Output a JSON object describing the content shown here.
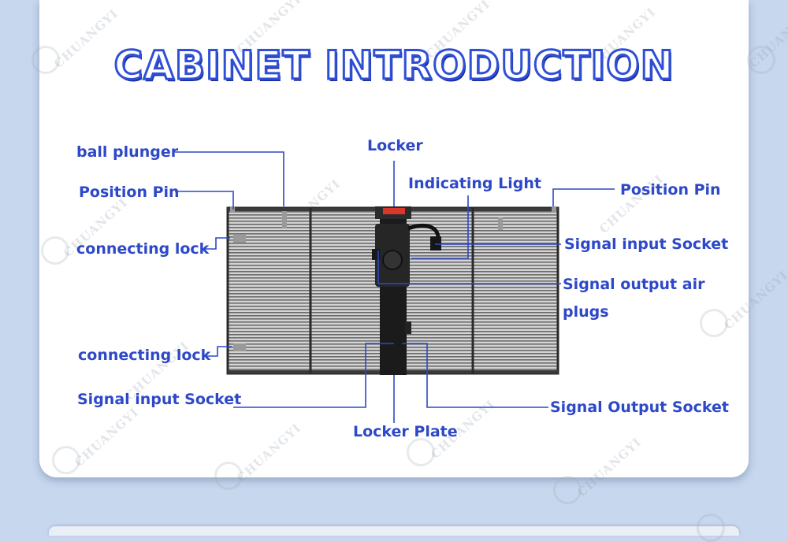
{
  "title": "CABINET INTRODUCTION",
  "labels": {
    "ball_plunger": "ball plunger",
    "position_pin_left": "Position Pin",
    "connecting_lock_top": "connecting lock",
    "connecting_lock_bottom": "connecting lock",
    "signal_input_socket_left": "Signal input Socket",
    "locker": "Locker",
    "indicating_light": "Indicating Light",
    "position_pin_right": "Position Pin",
    "signal_input_socket_right": "Signal input Socket",
    "signal_output_air_line1": "Signal output air",
    "signal_output_air_line2": "plugs",
    "signal_output_socket": "Signal Output Socket",
    "locker_plate": "Locker Plate"
  },
  "watermark": {
    "brand": "CHUANGYI"
  },
  "colors": {
    "accent": "#2d48c8",
    "line": "#2d48c8",
    "background": "#c6d7ee",
    "card": "#ffffff"
  }
}
